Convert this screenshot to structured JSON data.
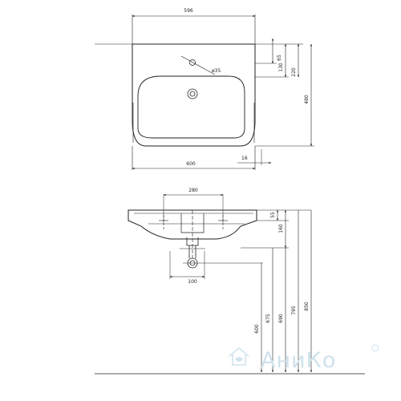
{
  "top_view": {
    "width_top": "596",
    "offset_65": "65",
    "offset_130": "130",
    "hole_diameter": "ø35",
    "offset_220": "220",
    "depth_480": "480",
    "edge_16": "16",
    "width_bottom": "600"
  },
  "side_view": {
    "tap_spacing": "280",
    "height_55": "55",
    "height_160": "160",
    "trap_offset": "100",
    "h_600": "600",
    "h_675": "675",
    "h_690": "690",
    "h_795": "795",
    "h_850": "850"
  },
  "watermark": {
    "text": "АниКо",
    "logo": "house-logo"
  }
}
